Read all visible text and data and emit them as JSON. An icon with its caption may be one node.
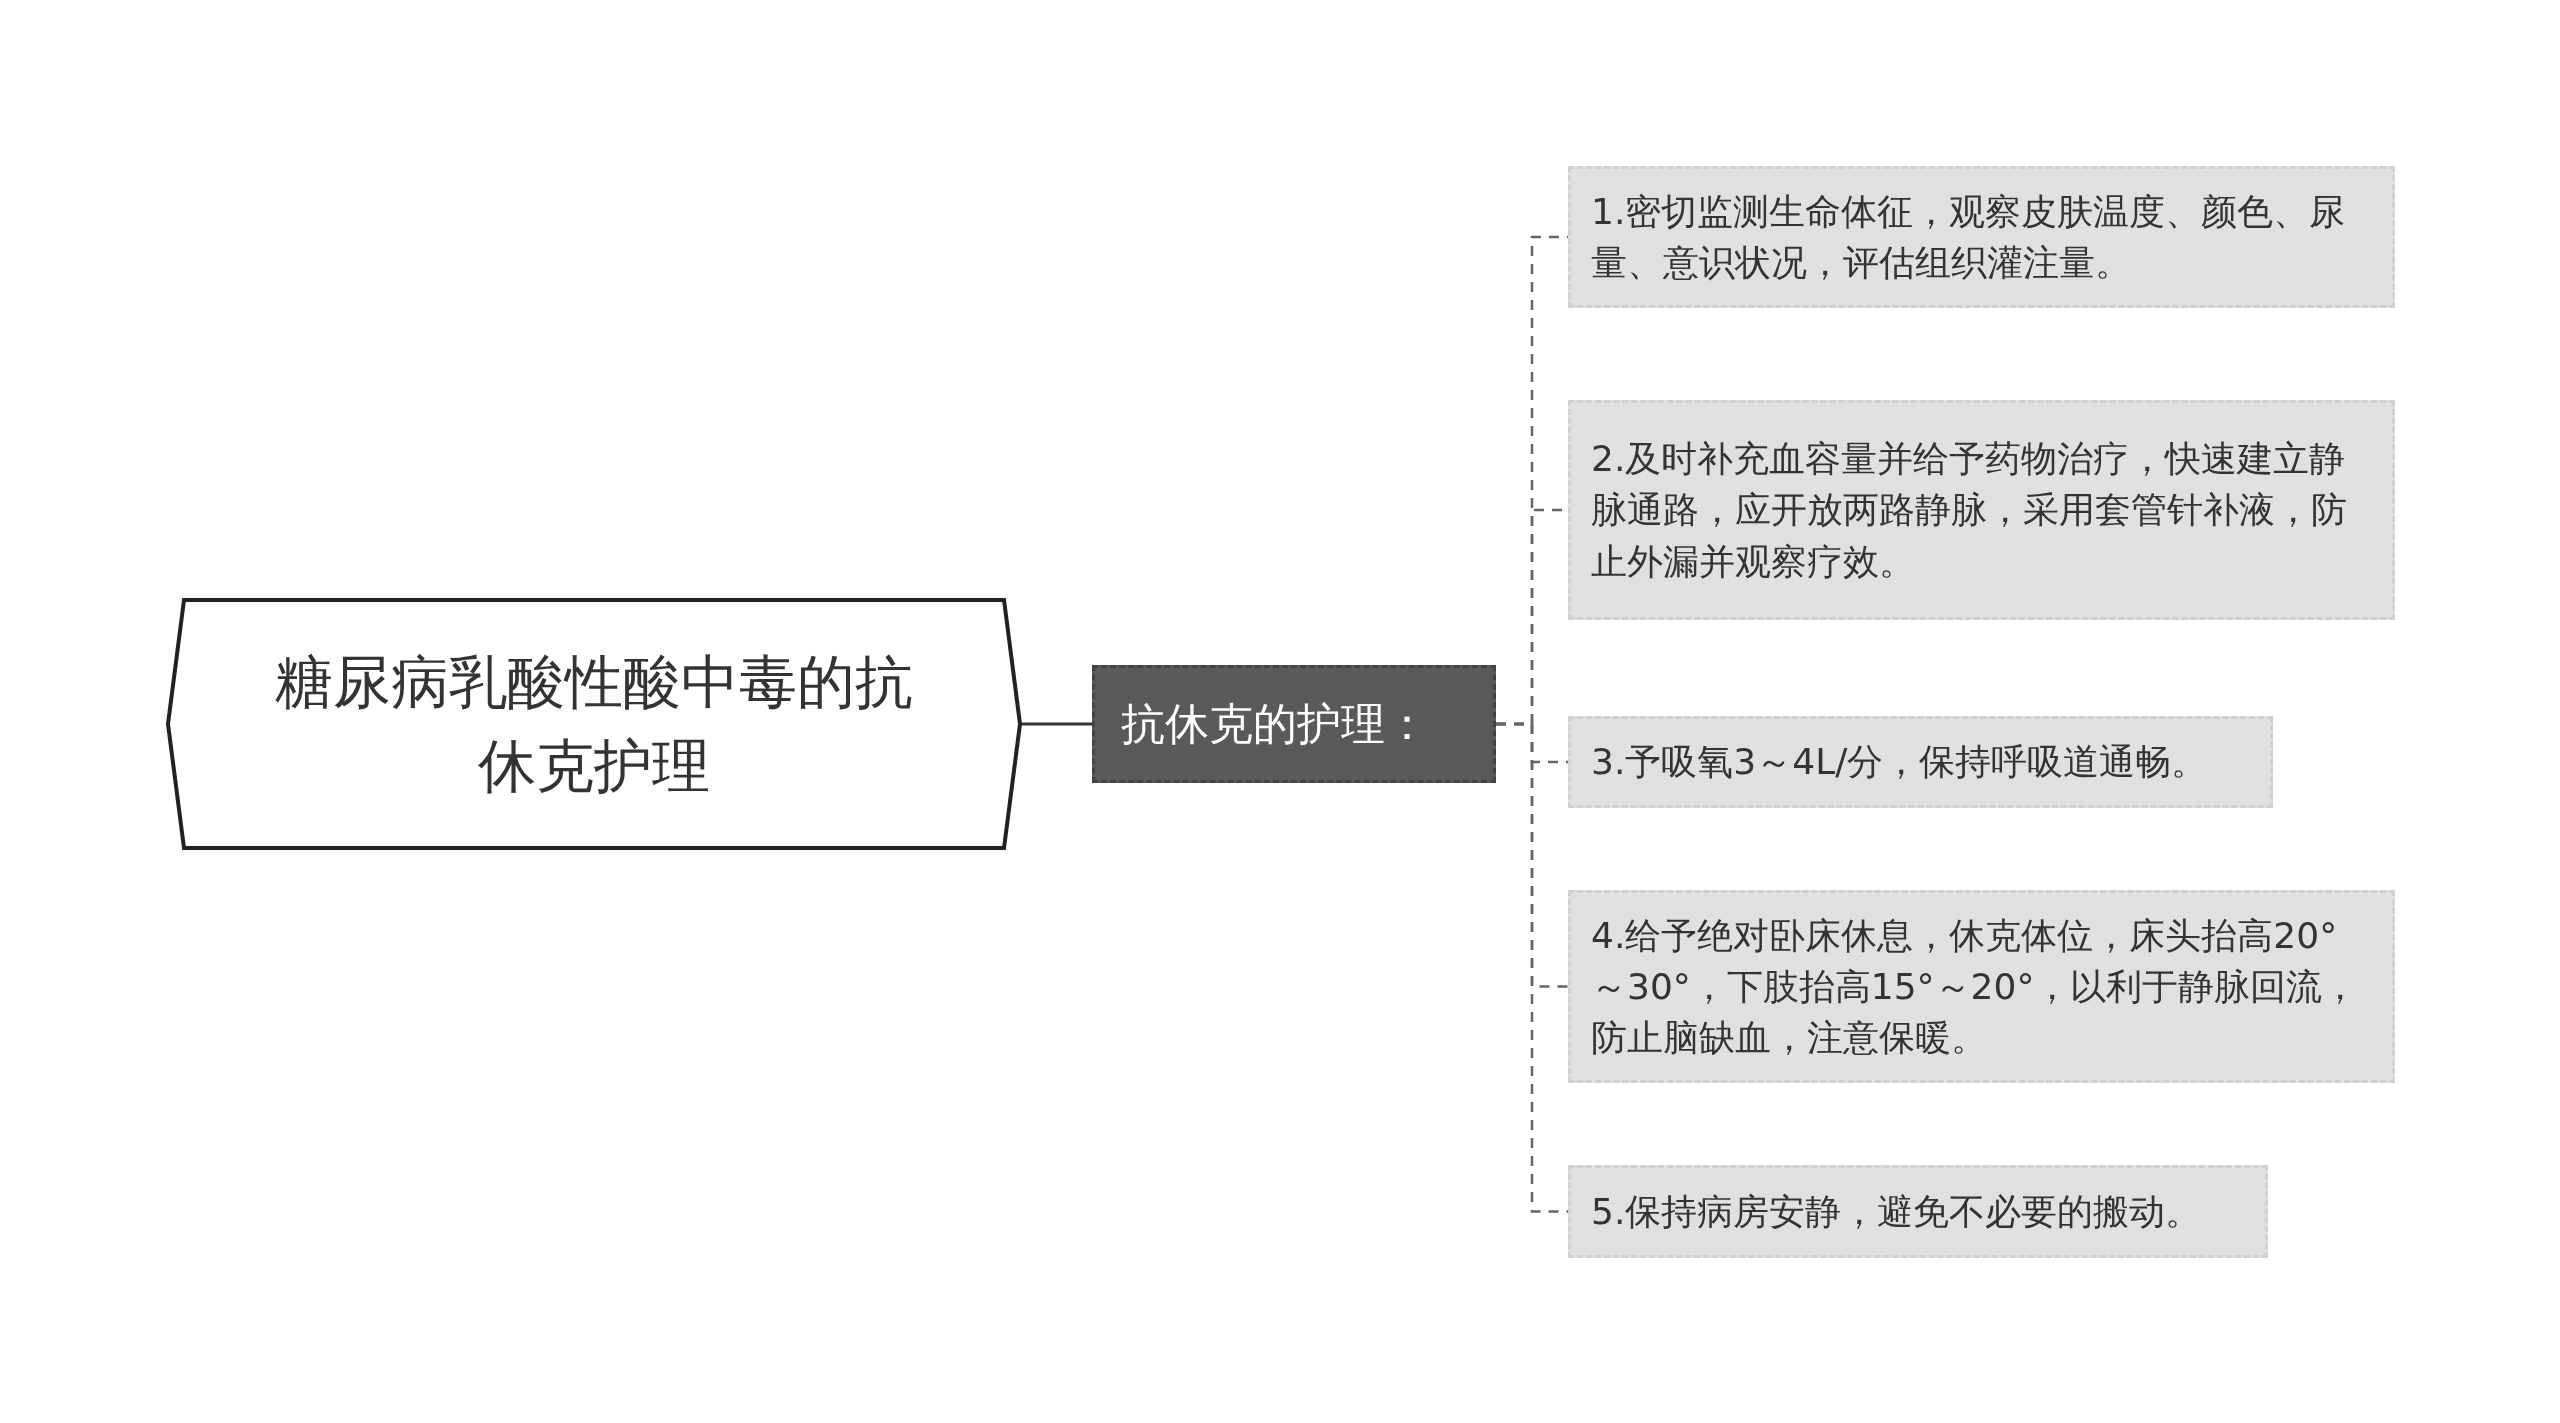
{
  "diagram": {
    "nodes": [
      {
        "text": [
          "糖尿病乳酸性酸中毒的抗休克护理"
        ]
      },
      {
        "text": [
          "抗休克的护理："
        ]
      },
      {
        "text": [
          "1.密切监测生命体征，观察皮肤温度、颜色、尿量、意识状况，评估组织灌注量。"
        ]
      },
      {
        "text": [
          "2.及时补充血容量并给予药物治疗，快速建立静脉通路，应开放两路静脉，采用套管针补液，防止外漏并观察疗效。"
        ]
      },
      {
        "text": [
          "3.予吸氧3～4L/分，保持呼吸道通畅。"
        ]
      },
      {
        "text": [
          "4.给予绝对卧床休息，休克体位，床头抬高20°～30°，下肢抬高15°～20°，以利于静脉回流，防止脑缺血，注意保暖。"
        ]
      },
      {
        "text": [
          "5.保持病房安静，避免不必要的搬动。"
        ]
      }
    ],
    "edges": [
      {
        "from": 0,
        "to": 1,
        "arrow": "none"
      },
      {
        "from": 1,
        "to": 2,
        "arrow": "none",
        "style": "dashed"
      },
      {
        "from": 1,
        "to": 3,
        "arrow": "none",
        "style": "dashed"
      },
      {
        "from": 1,
        "to": 4,
        "arrow": "none",
        "style": "dashed"
      },
      {
        "from": 1,
        "to": 5,
        "arrow": "none",
        "style": "dashed"
      },
      {
        "from": 1,
        "to": 6,
        "arrow": "none",
        "style": "dashed"
      }
    ]
  }
}
